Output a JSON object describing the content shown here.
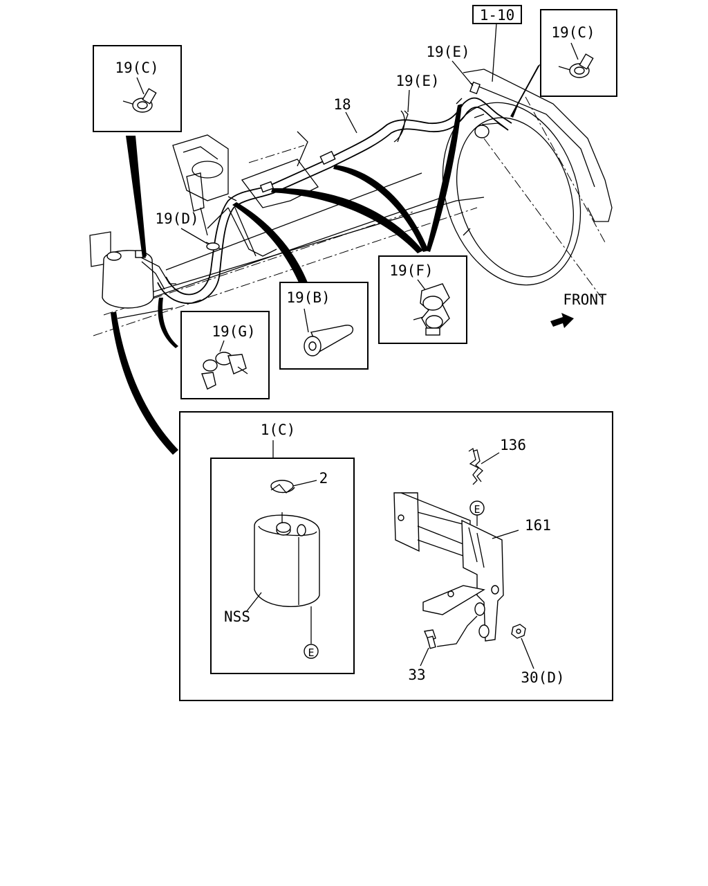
{
  "callouts": {
    "ref_box": "1-10",
    "clip_c_left": "19(C)",
    "clip_c_right": "19(C)",
    "clip_e_upper": "19(E)",
    "clip_e_lower": "19(E)",
    "hose_18": "18",
    "clip_d": "19(D)",
    "clip_b": "19(B)",
    "clip_f": "19(F)",
    "clip_g": "19(G)",
    "front": "FRONT",
    "tank_assy": "1(C)",
    "cap": "2",
    "nss": "NSS",
    "e_tank": "E",
    "e_bracket": "E",
    "wire_136": "136",
    "bracket_161": "161",
    "bolt_33": "33",
    "nut_30d": "30(D)"
  },
  "icons": {
    "front_arrow": "arrow-right-icon",
    "circled_e": "circled-letter-icon"
  },
  "colors": {
    "line": "#000000",
    "background": "#ffffff"
  }
}
